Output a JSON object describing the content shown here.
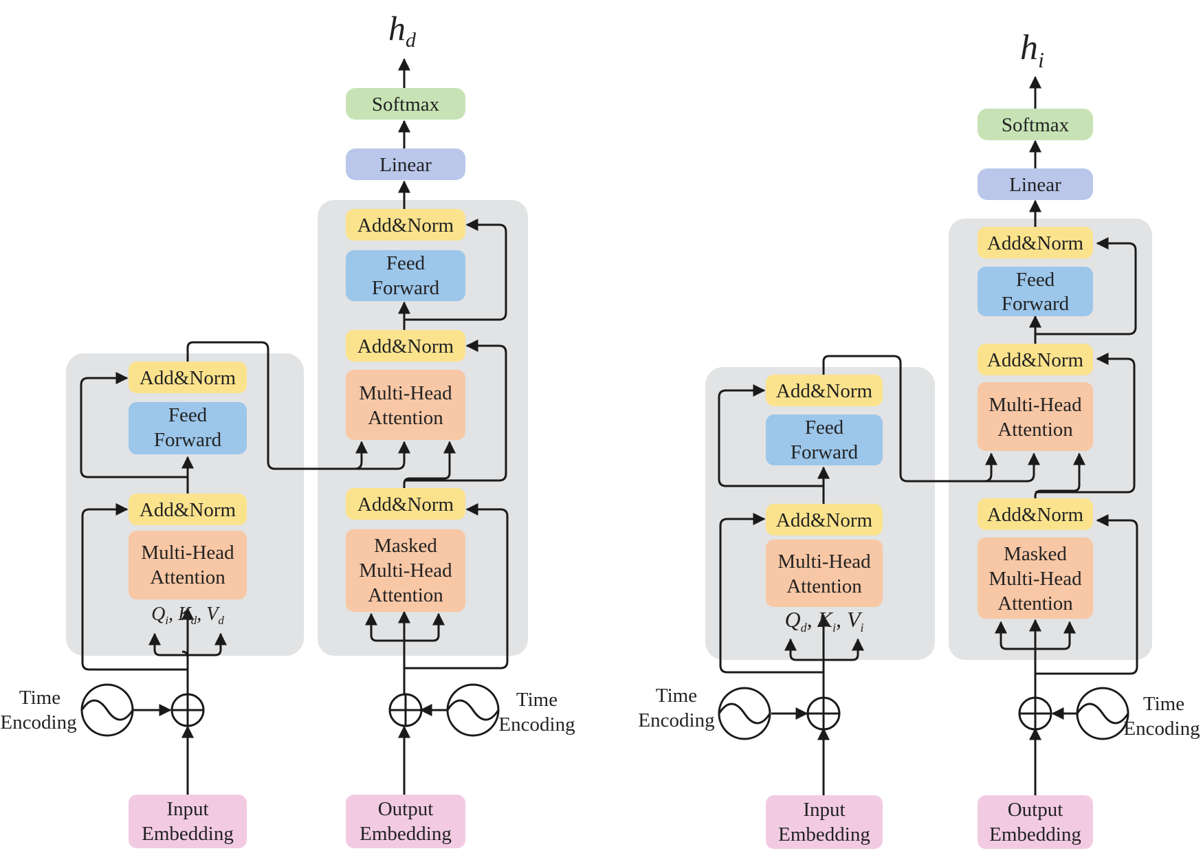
{
  "diagrams": [
    {
      "output_symbol": "h",
      "output_subscript": "d",
      "softmax": "Softmax",
      "linear": "Linear",
      "encoder": {
        "add_norm_top": "Add&Norm",
        "ff_line1": "Feed",
        "ff_line2": "Forward",
        "add_norm_bottom": "Add&Norm",
        "mha_line1": "Multi-Head",
        "mha_line2": "Attention",
        "qkv": {
          "q": "Q",
          "q_sub": "i",
          "k": "K",
          "k_sub": "d",
          "v": "V",
          "v_sub": "d"
        }
      },
      "decoder": {
        "add_norm_top": "Add&Norm",
        "ff_line1": "Feed",
        "ff_line2": "Forward",
        "add_norm_mid": "Add&Norm",
        "mha_line1": "Multi-Head",
        "mha_line2": "Attention",
        "add_norm_bottom": "Add&Norm",
        "masked_line1": "Masked",
        "masked_line2": "Multi-Head",
        "masked_line3": "Attention"
      },
      "left_encoding": {
        "line1": "Time",
        "line2": "Encoding"
      },
      "right_encoding": {
        "line1": "Time",
        "line2": "Encoding"
      },
      "input_embedding": {
        "line1": "Input",
        "line2": "Embedding"
      },
      "output_embedding": {
        "line1": "Output",
        "line2": "Embedding"
      }
    },
    {
      "output_symbol": "h",
      "output_subscript": "i",
      "softmax": "Softmax",
      "linear": "Linear",
      "encoder": {
        "add_norm_top": "Add&Norm",
        "ff_line1": "Feed",
        "ff_line2": "Forward",
        "add_norm_bottom": "Add&Norm",
        "mha_line1": "Multi-Head",
        "mha_line2": "Attention",
        "qkv": {
          "q": "Q",
          "q_sub": "d",
          "k": "K",
          "k_sub": "i",
          "v": "V",
          "v_sub": "i"
        }
      },
      "decoder": {
        "add_norm_top": "Add&Norm",
        "ff_line1": "Feed",
        "ff_line2": "Forward",
        "add_norm_mid": "Add&Norm",
        "mha_line1": "Multi-Head",
        "mha_line2": "Attention",
        "add_norm_bottom": "Add&Norm",
        "masked_line1": "Masked",
        "masked_line2": "Multi-Head",
        "masked_line3": "Attention"
      },
      "left_encoding": {
        "line1": "Time",
        "line2": "Encoding"
      },
      "right_encoding": {
        "line1": "Time",
        "line2": "Encoding"
      },
      "input_embedding": {
        "line1": "Input",
        "line2": "Embedding"
      },
      "output_embedding": {
        "line1": "Output",
        "line2": "Embedding"
      }
    }
  ]
}
